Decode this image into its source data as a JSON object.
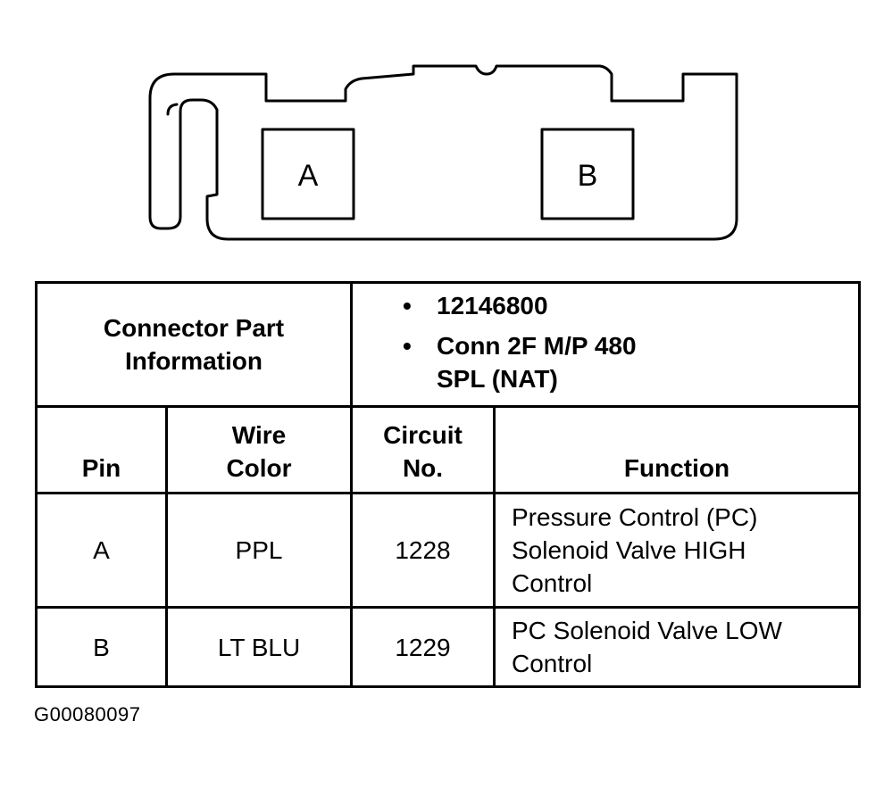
{
  "connector": {
    "pins": [
      {
        "label": "A"
      },
      {
        "label": "B"
      }
    ]
  },
  "part_info": {
    "header_line1": "Connector Part",
    "header_line2": "Information",
    "bullet": "•",
    "items": [
      {
        "lines": [
          "12146800"
        ]
      },
      {
        "lines": [
          "Conn 2F M/P 480",
          "SPL (NAT)"
        ]
      }
    ]
  },
  "table": {
    "headers": {
      "pin": [
        "Pin"
      ],
      "wire_color": [
        "Wire",
        "Color"
      ],
      "circuit_no": [
        "Circuit",
        "No."
      ],
      "function": [
        "Function"
      ]
    },
    "rows": [
      {
        "pin": "A",
        "wire_color": "PPL",
        "circuit_no": "1228",
        "function": [
          "Pressure Control (PC)",
          "Solenoid Valve HIGH",
          "Control"
        ]
      },
      {
        "pin": "B",
        "wire_color": "LT BLU",
        "circuit_no": "1229",
        "function": [
          "PC Solenoid Valve LOW",
          "Control"
        ]
      }
    ]
  },
  "figure_id": "G00080097"
}
